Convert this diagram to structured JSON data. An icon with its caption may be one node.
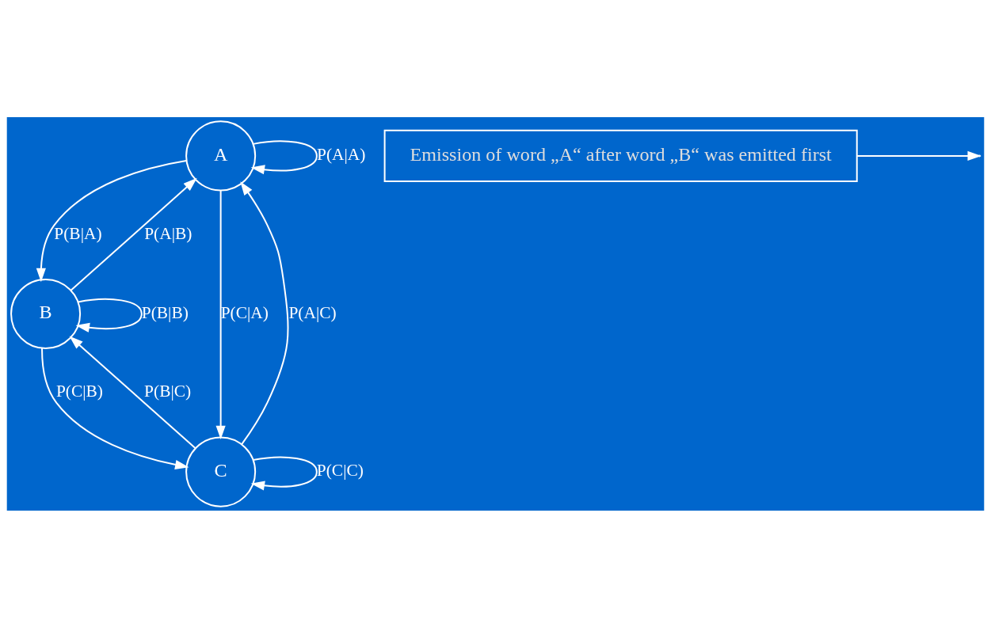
{
  "diagram": {
    "nodes": [
      {
        "text": [
          "A"
        ]
      },
      {
        "text": [
          "B"
        ]
      },
      {
        "text": [
          "C"
        ]
      },
      {
        "text": [
          "Emission of word „A“ after word „B“ was emitted first"
        ]
      }
    ],
    "edges": [
      {
        "from": 0,
        "to": 0,
        "arrow": "to",
        "label": "P(A|A)"
      },
      {
        "from": 0,
        "to": 2,
        "arrow": "to",
        "label": "P(C|A)"
      },
      {
        "from": 0,
        "to": 1,
        "arrow": "to",
        "label": "P(B|A)"
      },
      {
        "from": 1,
        "to": 1,
        "arrow": "to",
        "label": "P(B|B)"
      },
      {
        "from": 1,
        "to": 0,
        "arrow": "to",
        "label": "P(A|B)"
      },
      {
        "from": 1,
        "to": 2,
        "arrow": "to",
        "label": "P(C|B)"
      },
      {
        "from": 2,
        "to": 2,
        "arrow": "to",
        "label": "P(C|C)"
      },
      {
        "from": 2,
        "to": 1,
        "arrow": "to",
        "label": "P(B|C)"
      },
      {
        "from": 2,
        "to": 0,
        "arrow": "to",
        "label": "P(A|C)"
      },
      {
        "from": 3,
        "to": null,
        "arrow": "to"
      }
    ]
  }
}
